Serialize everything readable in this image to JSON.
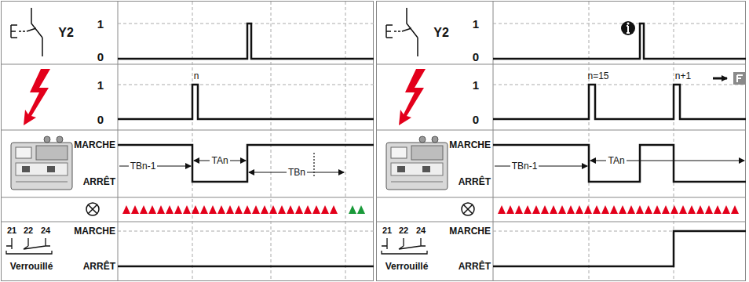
{
  "diagram": {
    "labels": [
      "Y2",
      "1",
      "0",
      "n",
      "1",
      "0",
      "MARCHE",
      "TAn",
      "TBn-1",
      "TBn",
      "ARRÊT",
      "21",
      "22",
      "24",
      "MARCHE",
      "Verrouillé",
      "ARRÊT",
      "Y2",
      "1",
      "0",
      "n=15",
      "n+1",
      "1",
      "0",
      "MARCHE",
      "TAn",
      "TBn-1",
      "ARRÊT",
      "21",
      "22",
      "24",
      "MARCHE",
      "Verrouillé",
      "ARRÊT"
    ]
  }
}
